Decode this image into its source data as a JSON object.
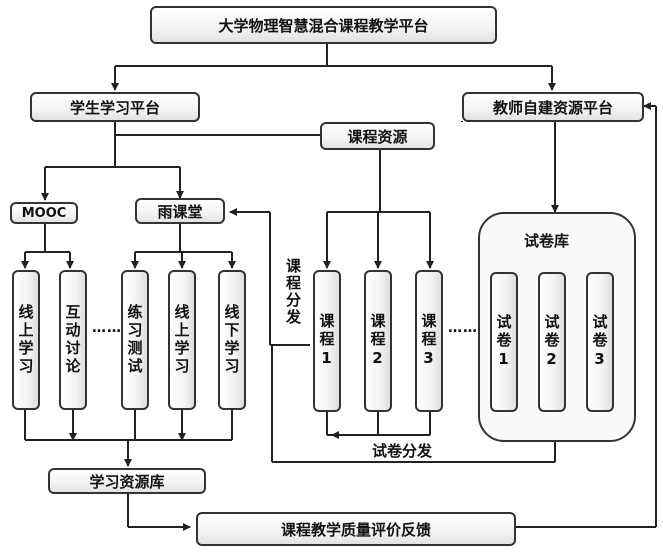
{
  "platform_title": "大学物理智慧混合课程教学平台",
  "student_platform": "学生学习平台",
  "teacher_platform": "教师自建资源平台",
  "course_resources": "课程资源",
  "mooc": "MOOC",
  "rain_classroom": "雨课堂",
  "student_modules": [
    "线上学习",
    "互动讨论",
    "练习测试",
    "线上学习",
    "线下学习"
  ],
  "course_items": [
    "课程1",
    "课程2",
    "课程3"
  ],
  "exam_library": "试卷库",
  "exam_papers": [
    "试卷1",
    "试卷2",
    "试卷3"
  ],
  "course_distribution": "课程分发",
  "exam_distribution": "试卷分发",
  "learning_resource_library": "学习资源库",
  "quality_feedback": "课程教学质量评价反馈",
  "ellipsis": "……"
}
